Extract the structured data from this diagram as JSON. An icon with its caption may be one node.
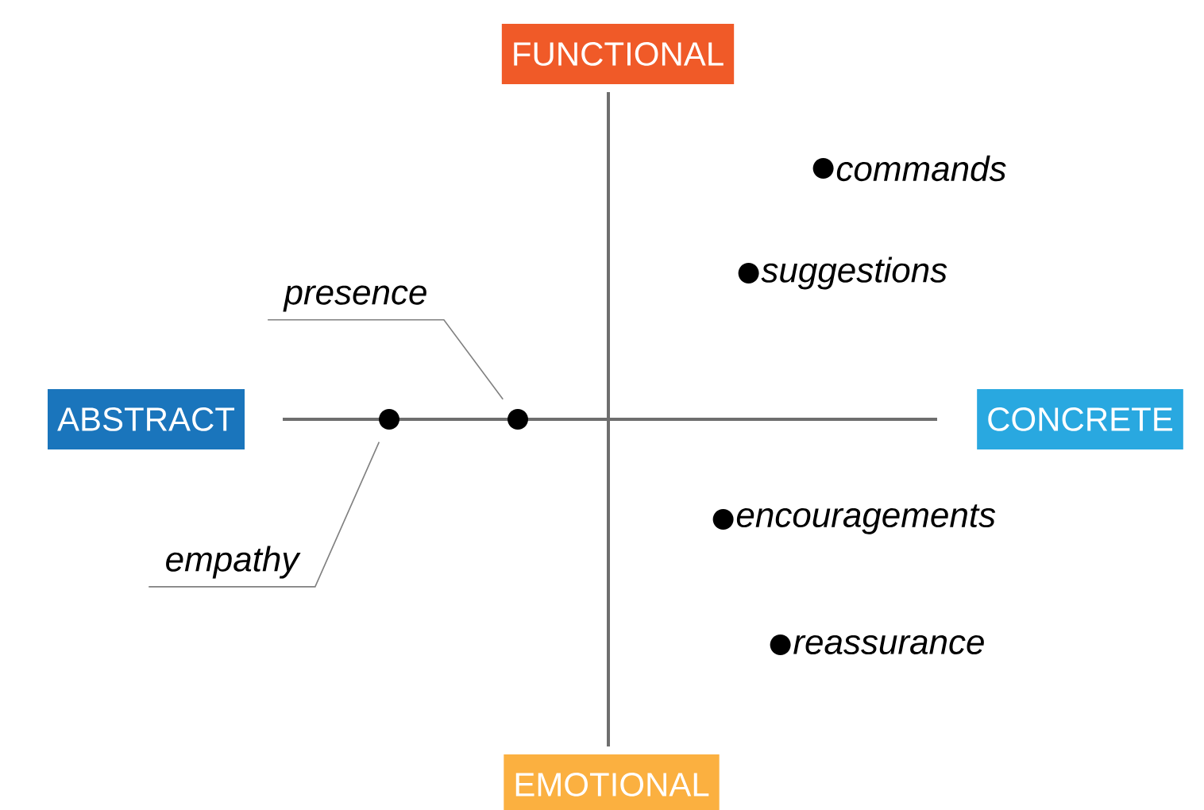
{
  "diagram": {
    "nodes": [
      {
        "text": [
          "FUNCTIONAL"
        ]
      },
      {
        "text": [
          "commands"
        ]
      },
      {
        "text": [
          "suggestions"
        ]
      },
      {
        "text": [
          "presence"
        ]
      },
      {
        "text": [
          "ABSTRACT"
        ]
      },
      {
        "text": [],
        "shape": "circle"
      },
      {
        "text": [],
        "shape": "circle"
      },
      {
        "text": [
          "CONCRETE"
        ]
      },
      {
        "text": [
          "empathy"
        ]
      },
      {
        "text": [
          "encouragements"
        ]
      },
      {
        "text": [
          "reassurance"
        ]
      },
      {
        "text": [
          "EMOTIONAL"
        ]
      }
    ],
    "edges": [
      {
        "from": 3,
        "to": 6,
        "arrow": "none"
      },
      {
        "from": 8,
        "to": 5,
        "arrow": "none"
      }
    ]
  }
}
